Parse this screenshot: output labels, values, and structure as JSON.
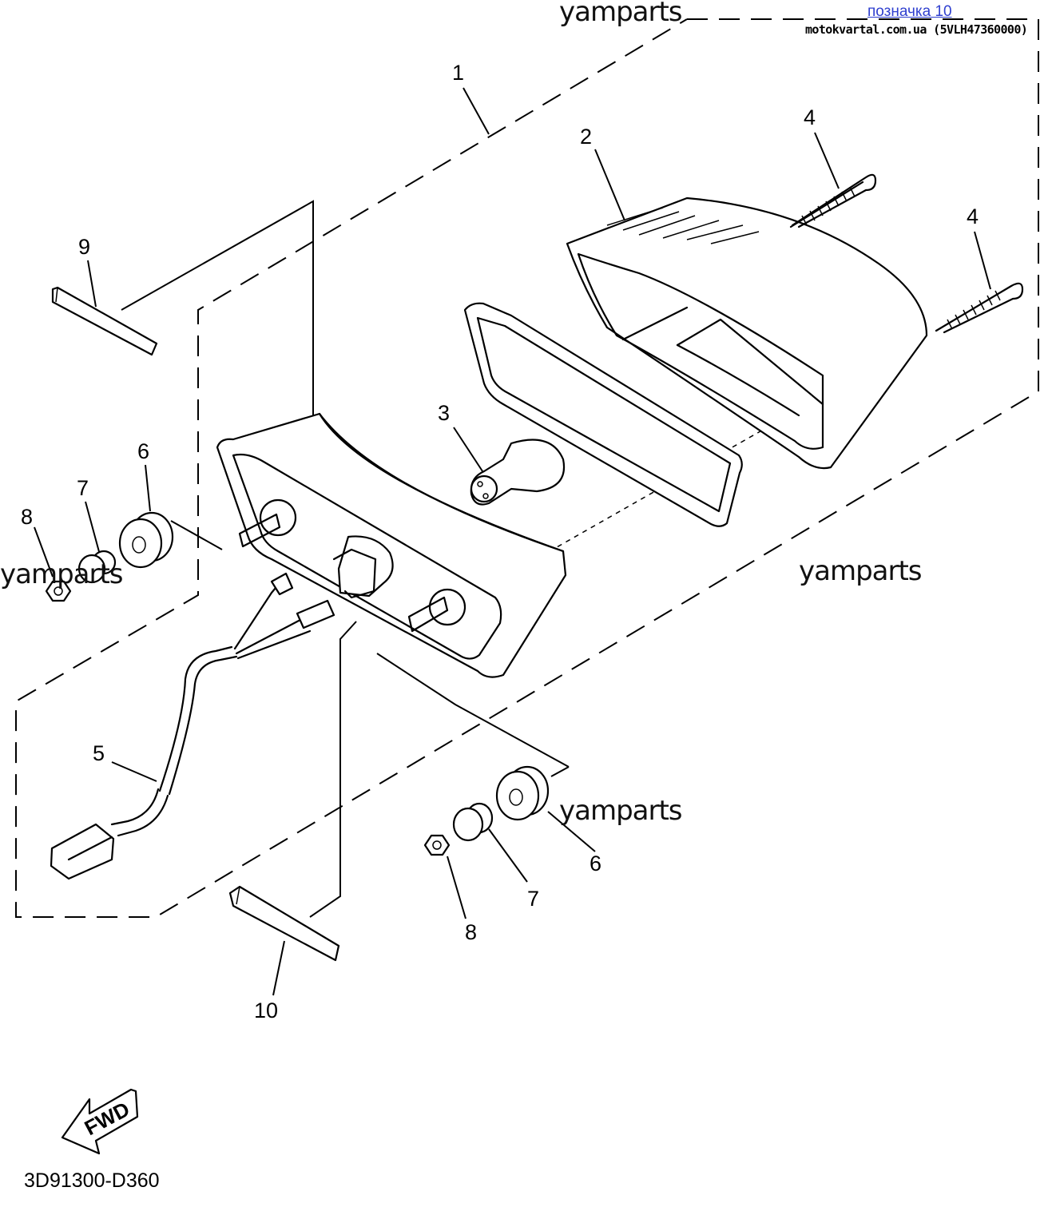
{
  "header": {
    "ref_link": "позначка 10",
    "source": "motokvartal.com.ua (5VLH47360000)"
  },
  "watermark": "yamparts",
  "diagram_code": "3D91300-D360",
  "fwd_label": "FWD",
  "callouts": {
    "c1": "1",
    "c2": "2",
    "c3": "3",
    "c4a": "4",
    "c4b": "4",
    "c5": "5",
    "c6a": "6",
    "c6b": "6",
    "c7a": "7",
    "c7b": "7",
    "c8a": "8",
    "c8b": "8",
    "c9": "9",
    "c10": "10"
  }
}
